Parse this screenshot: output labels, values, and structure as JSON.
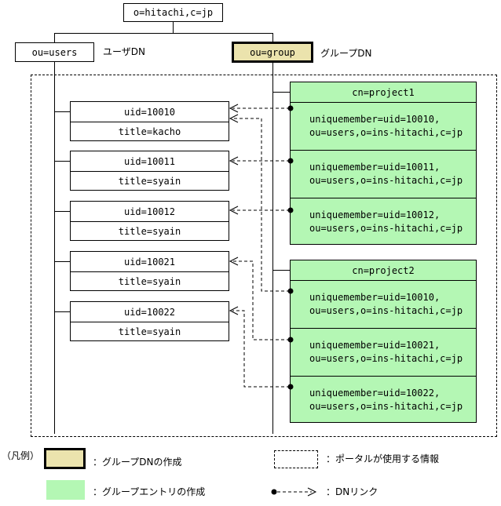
{
  "root": "o=hitachi,c=jp",
  "users_ou": {
    "label": "ou=users",
    "caption": "ユーザDN"
  },
  "group_ou": {
    "label": "ou=group",
    "caption": "グループDN"
  },
  "users": [
    {
      "uid": "uid=10010",
      "title": "title=kacho"
    },
    {
      "uid": "uid=10011",
      "title": "title=syain"
    },
    {
      "uid": "uid=10012",
      "title": "title=syain"
    },
    {
      "uid": "uid=10021",
      "title": "title=syain"
    },
    {
      "uid": "uid=10022",
      "title": "title=syain"
    }
  ],
  "projects": [
    {
      "cn": "cn=project1",
      "members": [
        {
          "line1": "uniquemember=uid=10010,",
          "line2": "ou=users,o=ins-hitachi,c=jp"
        },
        {
          "line1": "uniquemember=uid=10011,",
          "line2": "ou=users,o=ins-hitachi,c=jp"
        },
        {
          "line1": "uniquemember=uid=10012,",
          "line2": "ou=users,o=ins-hitachi,c=jp"
        }
      ]
    },
    {
      "cn": "cn=project2",
      "members": [
        {
          "line1": "uniquemember=uid=10010,",
          "line2": "ou=users,o=ins-hitachi,c=jp"
        },
        {
          "line1": "uniquemember=uid=10021,",
          "line2": "ou=users,o=ins-hitachi,c=jp"
        },
        {
          "line1": "uniquemember=uid=10022,",
          "line2": "ou=users,o=ins-hitachi,c=jp"
        }
      ]
    }
  ],
  "legend": {
    "title": "（凡例）",
    "group_dn": "：グループDNの作成",
    "group_entry": "：グループエントリの作成",
    "portal_info": "：ポータルが使用する情報",
    "dn_link": "：DNリンク"
  },
  "colors": {
    "group_fill": "#ebe3ad",
    "entry_fill": "#b4f7b4"
  }
}
